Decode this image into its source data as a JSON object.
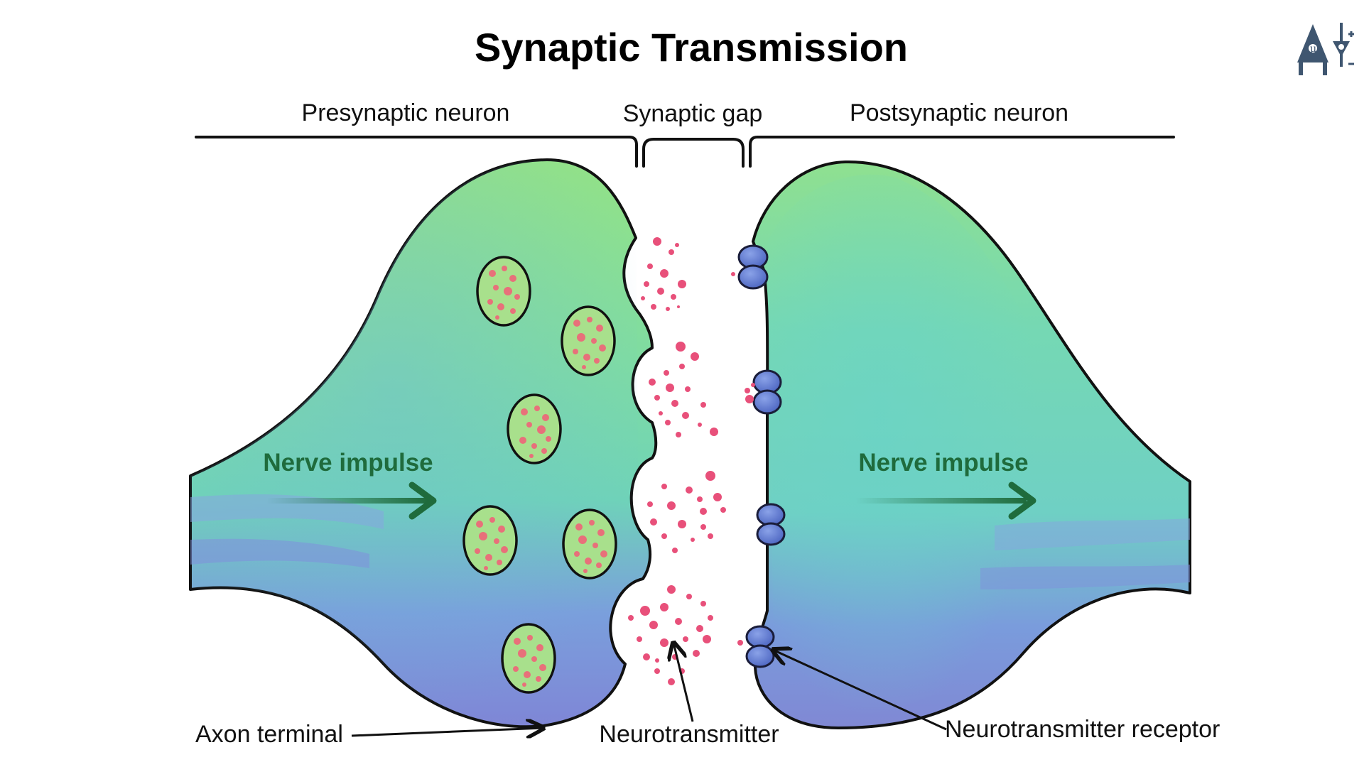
{
  "title": "Synaptic Transmission",
  "regions": {
    "presynaptic": "Presynaptic neuron",
    "gap": "Synaptic gap",
    "postsynaptic": "Postsynaptic neuron"
  },
  "impulse": {
    "left": "Nerve impulse",
    "right": "Nerve impulse"
  },
  "labels": {
    "axon_terminal": "Axon terminal",
    "neurotransmitter": "Neurotransmitter",
    "receptor": "Neurotransmitter receptor"
  },
  "icons": {
    "logo": "neuron-logo-icon",
    "impulse_arrow": "arrow-right-icon"
  },
  "colors": {
    "neuron_green": "#8ee08a",
    "neuron_teal": "#6fd6b8",
    "neuron_blue": "#7a8fd8",
    "vesicle_fill": "#a8e08c",
    "vesicle_dot": "#e8707a",
    "neurotransmitter_dot": "#e8507a",
    "receptor_fill": "#5c78cc",
    "impulse_text": "#1f6b3c",
    "logo": "#3f5670"
  }
}
